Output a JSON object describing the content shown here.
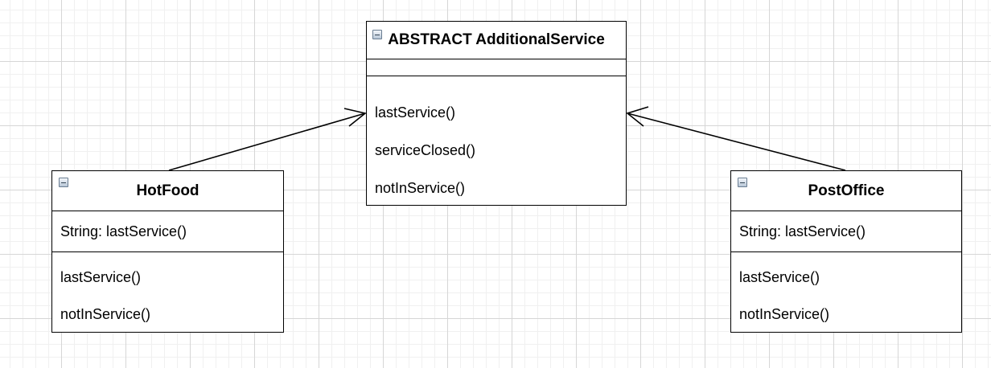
{
  "diagram": {
    "abstract_class": {
      "title": "ABSTRACT AdditionalService",
      "operations": [
        "lastService()",
        "serviceClosed()",
        "notInService()"
      ]
    },
    "hotfood_class": {
      "title": "HotFood",
      "attributes": [
        "String: lastService()"
      ],
      "operations": [
        "lastService()",
        "notInService()"
      ]
    },
    "postoffice_class": {
      "title": "PostOffice",
      "attributes": [
        "String: lastService()"
      ],
      "operations": [
        "lastService()",
        "notInService()"
      ]
    },
    "relations": [
      {
        "from": "HotFood",
        "to": "ABSTRACT AdditionalService",
        "arrow": "open"
      },
      {
        "from": "PostOffice",
        "to": "ABSTRACT AdditionalService",
        "arrow": "open"
      }
    ],
    "colors": {
      "border": "#000000",
      "grid_major": "#d6d6d6",
      "grid_minor": "#f0f0f0",
      "collapse_icon": "#6a7d92"
    },
    "icons": [
      "collapse-minus-icon"
    ]
  }
}
